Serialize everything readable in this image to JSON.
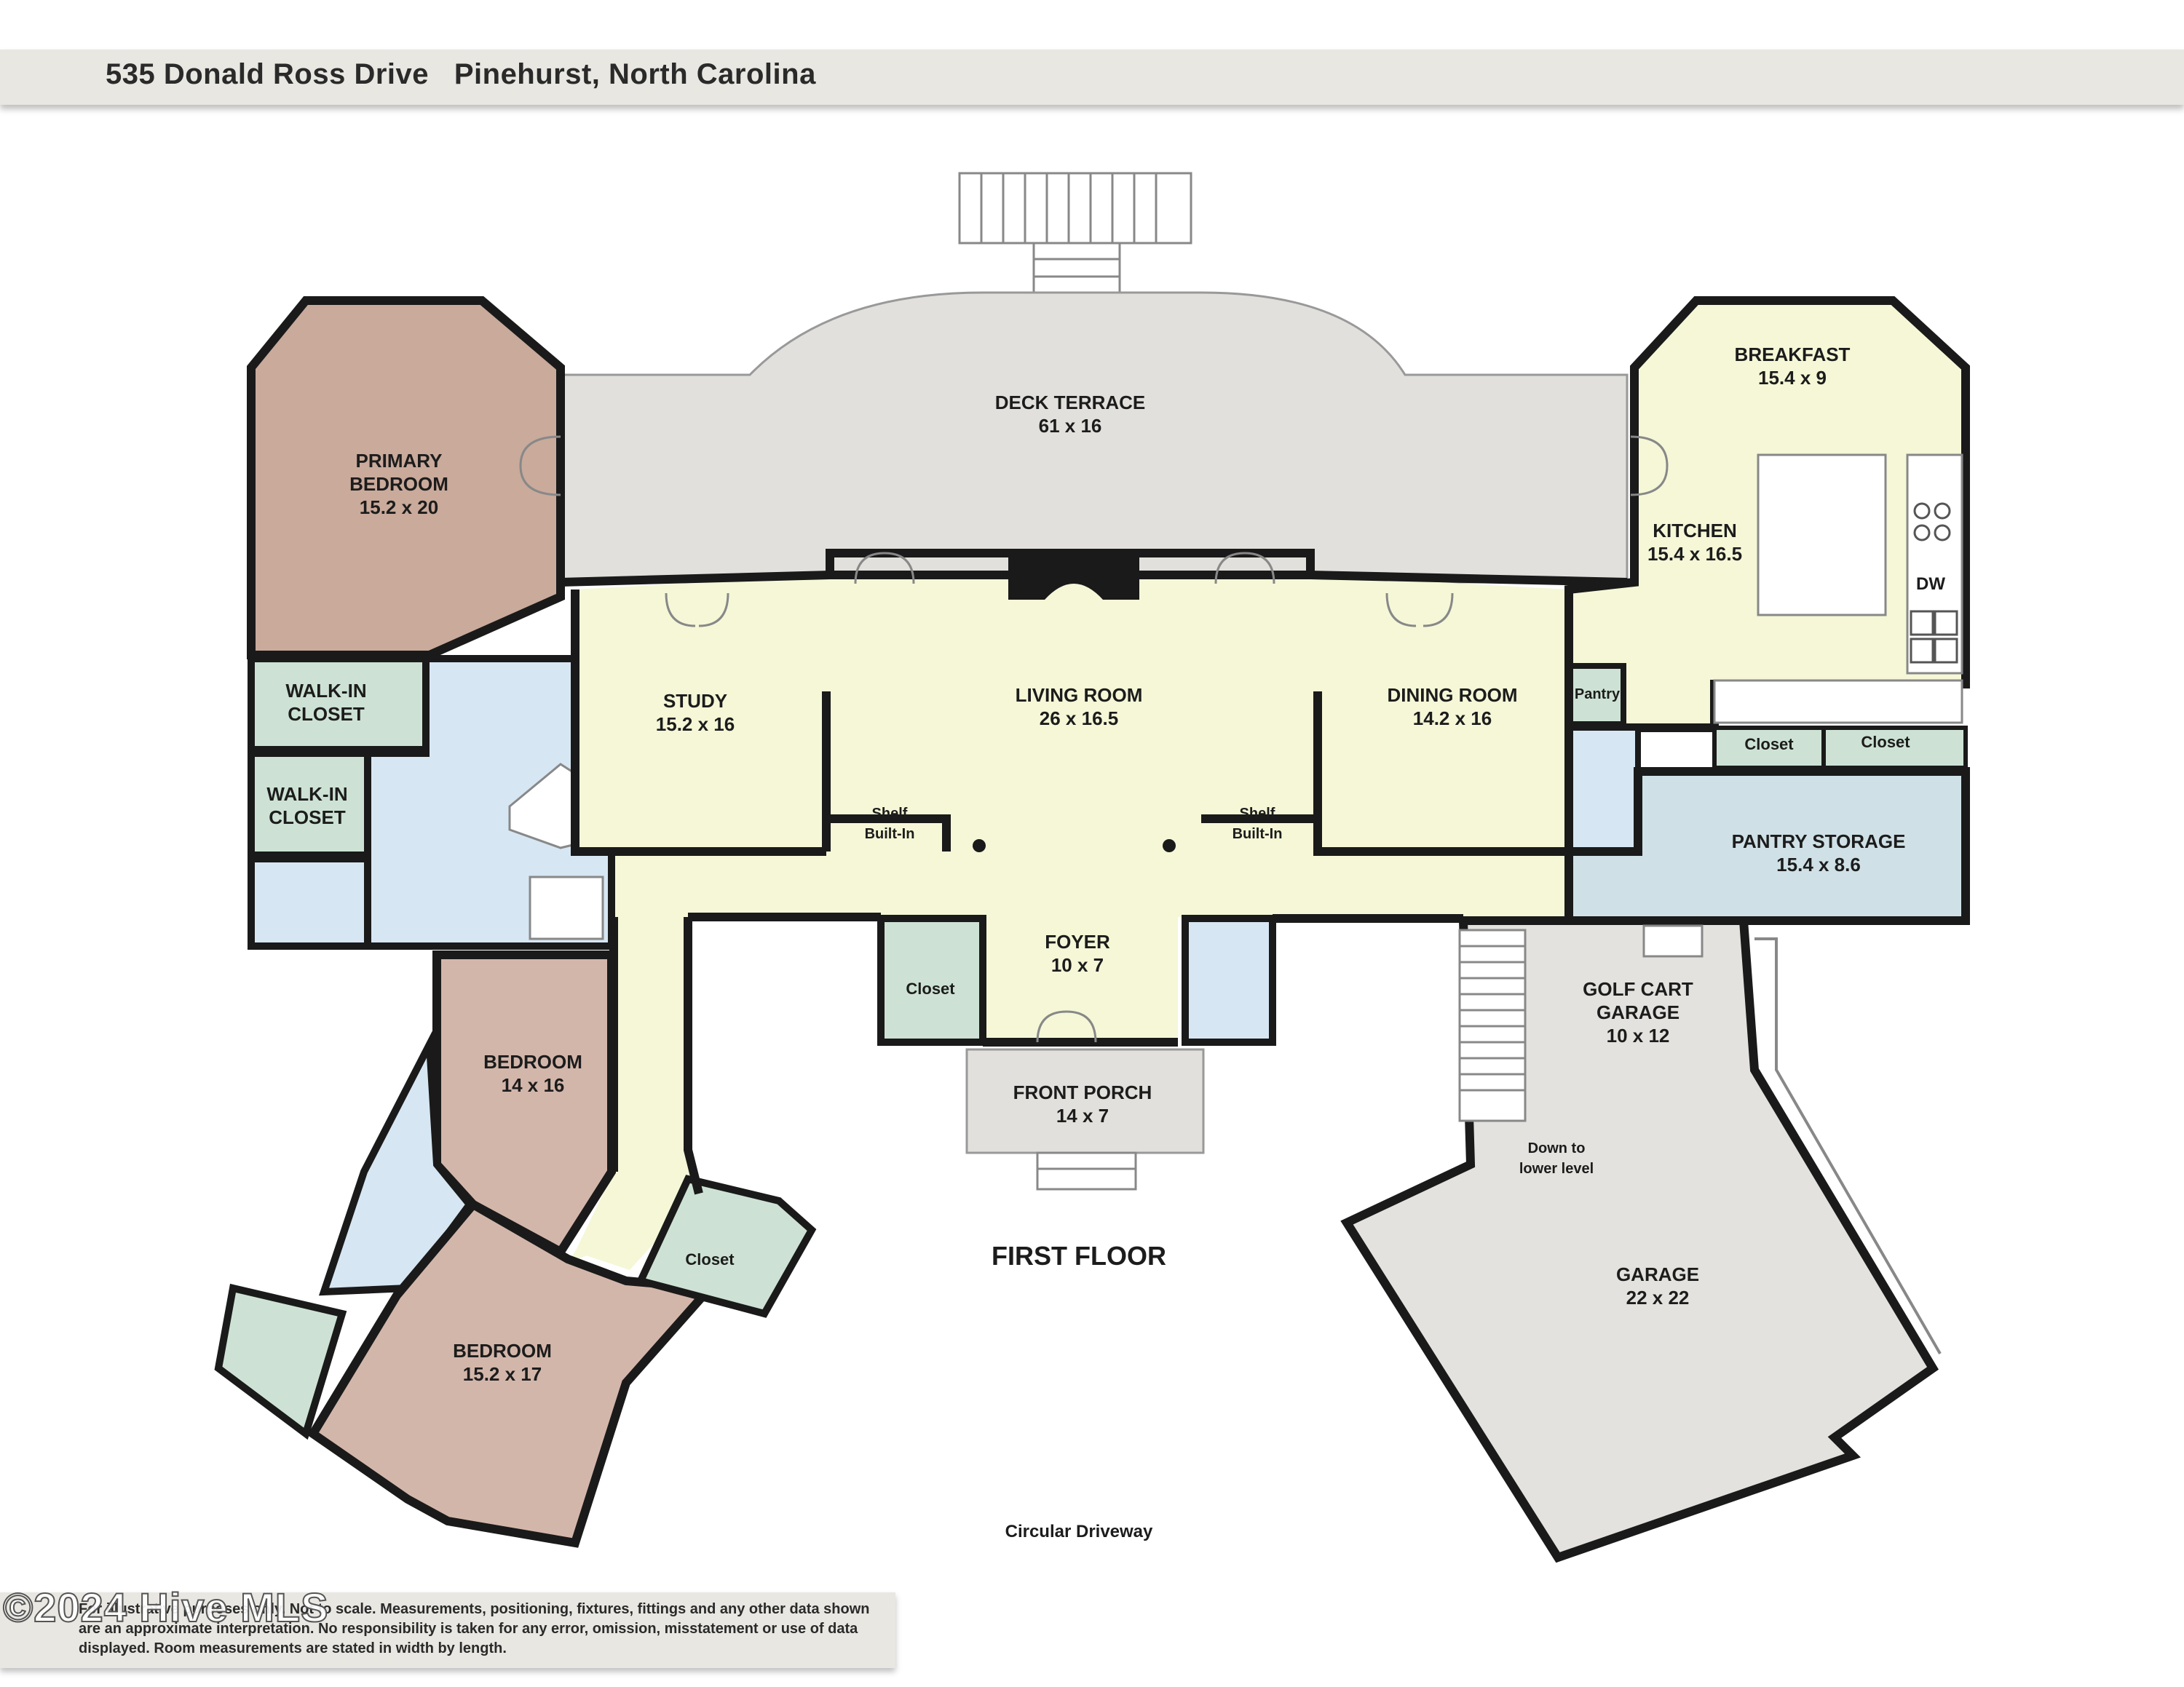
{
  "header": {
    "title": "535 Donald Ross Drive   Pinehurst, North Carolina"
  },
  "floor_label": "FIRST FLOOR",
  "driveway_label": "Circular Driveway",
  "rooms": {
    "deck": {
      "name": "DECK TERRACE",
      "dims": "61 x 16"
    },
    "primary": {
      "name1": "PRIMARY",
      "name2": "BEDROOM",
      "dims": "15.2 x 20"
    },
    "walkin1": {
      "name1": "WALK-IN",
      "name2": "CLOSET"
    },
    "walkin2": {
      "name1": "WALK-IN",
      "name2": "CLOSET"
    },
    "study": {
      "name": "STUDY",
      "dims": "15.2 x 16"
    },
    "living": {
      "name": "LIVING ROOM",
      "dims": "26 x 16.5"
    },
    "dining": {
      "name": "DINING ROOM",
      "dims": "14.2 x 16"
    },
    "breakfast": {
      "name": "BREAKFAST",
      "dims": "15.4 x 9"
    },
    "kitchen": {
      "name": "KITCHEN",
      "dims": "15.4 x 16.5"
    },
    "dw": "DW",
    "pantry": "Pantry",
    "closet_k1": "Closet",
    "closet_k2": "Closet",
    "pantry_storage": {
      "name": "PANTRY STORAGE",
      "dims": "15.4 x 8.6"
    },
    "shelf_left": {
      "line1": "Shelf",
      "line2": "Built-In"
    },
    "shelf_right": {
      "line1": "Shelf",
      "line2": "Built-In"
    },
    "foyer": {
      "name": "FOYER",
      "dims": "10 x 7"
    },
    "closet_foyer": "Closet",
    "front_porch": {
      "name": "FRONT PORCH",
      "dims": "14 x 7"
    },
    "golf_cart": {
      "name1": "GOLF CART",
      "name2": "GARAGE",
      "dims": "10 x 12"
    },
    "down": {
      "line1": "Down to",
      "line2": "lower level"
    },
    "garage": {
      "name": "GARAGE",
      "dims": "22 x 22"
    },
    "bedroom1": {
      "name": "BEDROOM",
      "dims": "14 x 16"
    },
    "bedroom2": {
      "name": "BEDROOM",
      "dims": "15.2 x 17"
    },
    "closet_hall": "Closet"
  },
  "disclaimer": "For illustrative purposes only. Not to scale. Measurements, positioning, fixtures, fittings and any other data shown are an approximate interpretation. No responsibility is taken for any error, omission, misstatement or use of data displayed. Room measurements are stated in width by length.",
  "watermark": "©2024 Hive MLS",
  "colors": {
    "living_yellow": "#f5f7d7",
    "bedroom_brown": "#d3b6aa",
    "primary_brown": "#c9aa9b",
    "closet_green": "#cde2d4",
    "bath_blue": "#d7e6f3",
    "pantry_blue": "#cfe1e6",
    "deck_gray": "#e2e0dc",
    "garage_gray": "#e4e2de",
    "wall": "#1a1a1a"
  }
}
